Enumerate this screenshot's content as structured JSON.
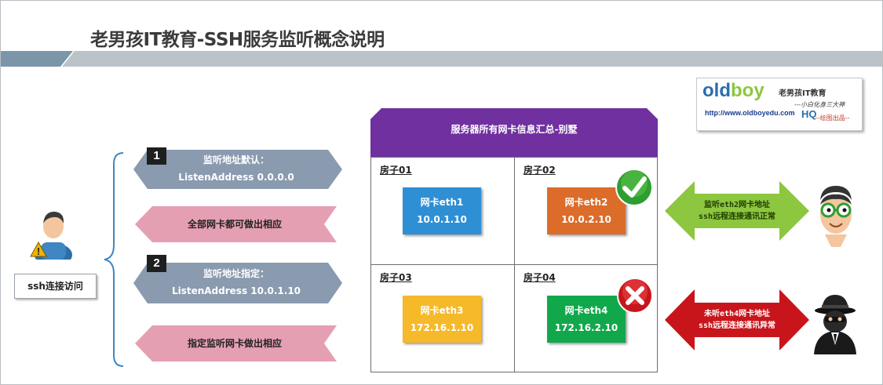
{
  "title": "老男孩IT教育-SSH服务监听概念说明",
  "logo": {
    "brand_old": "old",
    "brand_boy": "boy",
    "cn_name": "老男孩IT教育",
    "tagline": "---小白化身三大神",
    "url": "http://www.oldboyedu.com",
    "hq": "HQ",
    "credit": "--绘图出品--"
  },
  "client": {
    "label": "ssh连接访问"
  },
  "scenarios": [
    {
      "badge": "1",
      "line1": "监听地址默认：",
      "line2": "ListenAddress 0.0.0.0",
      "result": "全部网卡都可做出相应"
    },
    {
      "badge": "2",
      "line1": "监听地址指定：",
      "line2": "ListenAddress 10.0.1.10",
      "result": "指定监听网卡做出相应"
    }
  ],
  "server": {
    "header": "服务器所有网卡信息汇总-别墅",
    "rooms": [
      {
        "label": "房子01",
        "nic_name": "网卡eth1",
        "ip": "10.0.1.10",
        "color": "#2f8fd5"
      },
      {
        "label": "房子02",
        "nic_name": "网卡eth2",
        "ip": "10.0.2.10",
        "color": "#db6c2a"
      },
      {
        "label": "房子03",
        "nic_name": "网卡eth3",
        "ip": "172.16.1.10",
        "color": "#f5b92a"
      },
      {
        "label": "房子04",
        "nic_name": "网卡eth4",
        "ip": "172.16.2.10",
        "color": "#11a84b"
      }
    ]
  },
  "status": {
    "ok": {
      "line1": "监听eth2网卡地址",
      "line2": "ssh远程连接通讯正常",
      "color": "#8dc63f",
      "icon": "check-icon"
    },
    "fail": {
      "line1": "未听eth4网卡地址",
      "line2": "ssh远程连接通讯异常",
      "color": "#c8151b",
      "icon": "cross-icon"
    }
  },
  "colors": {
    "band_dark": "#7c96a9",
    "band_light": "#b9c3c8",
    "scenario_arrow": "#8a9aaf",
    "result_arrow": "#e59fb3",
    "server_header": "#7030a0"
  }
}
